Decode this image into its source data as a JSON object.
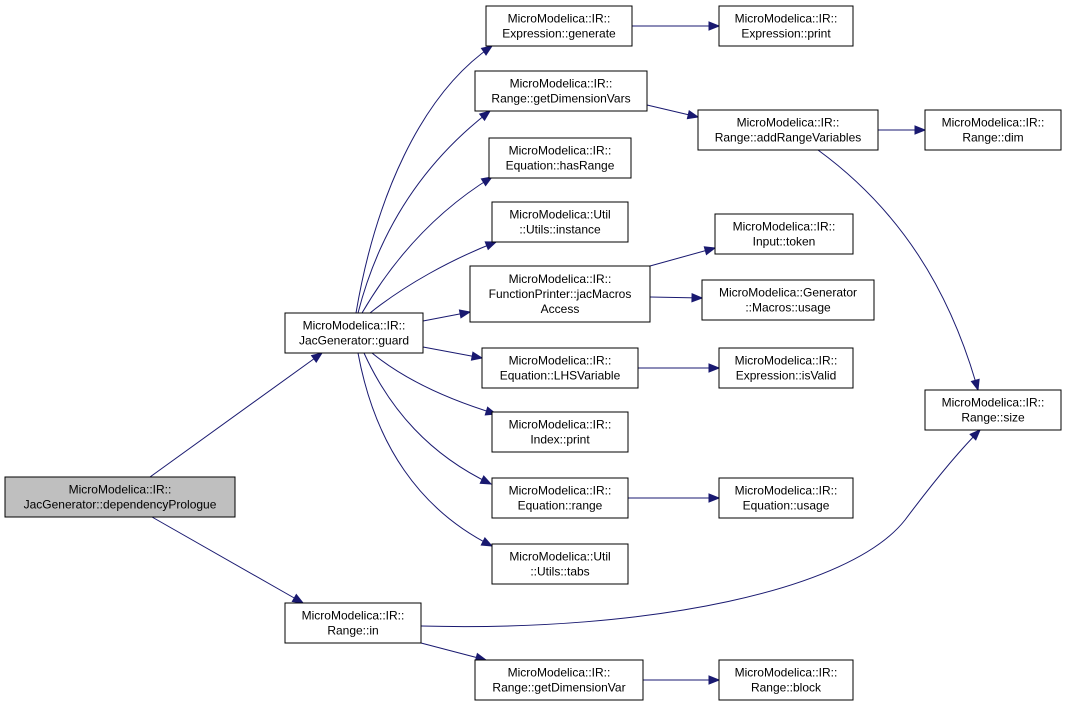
{
  "colors": {
    "edge": "#191970",
    "root_fill": "#bfbfbf",
    "node_fill": "#ffffff",
    "node_border": "#000000"
  },
  "nodes": {
    "depPrologue": {
      "lines": [
        "MicroModelica::IR::",
        "JacGenerator::dependencyPrologue"
      ],
      "root": true
    },
    "guard": {
      "lines": [
        "MicroModelica::IR::",
        "JacGenerator::guard"
      ]
    },
    "rangeIn": {
      "lines": [
        "MicroModelica::IR::",
        "Range::in"
      ]
    },
    "exprGenerate": {
      "lines": [
        "MicroModelica::IR::",
        "Expression::generate"
      ]
    },
    "getDimVars": {
      "lines": [
        "MicroModelica::IR::",
        "Range::getDimensionVars"
      ]
    },
    "hasRange": {
      "lines": [
        "MicroModelica::IR::",
        "Equation::hasRange"
      ]
    },
    "utilInstance": {
      "lines": [
        "MicroModelica::Util",
        "::Utils::instance"
      ]
    },
    "jacMacros": {
      "lines": [
        "MicroModelica::IR::",
        "FunctionPrinter::jacMacros",
        "Access"
      ]
    },
    "lhsVariable": {
      "lines": [
        "MicroModelica::IR::",
        "Equation::LHSVariable"
      ]
    },
    "indexPrint": {
      "lines": [
        "MicroModelica::IR::",
        "Index::print"
      ]
    },
    "eqRange": {
      "lines": [
        "MicroModelica::IR::",
        "Equation::range"
      ]
    },
    "utilTabs": {
      "lines": [
        "MicroModelica::Util",
        "::Utils::tabs"
      ]
    },
    "getDimVar": {
      "lines": [
        "MicroModelica::IR::",
        "Range::getDimensionVar"
      ]
    },
    "exprPrint": {
      "lines": [
        "MicroModelica::IR::",
        "Expression::print"
      ]
    },
    "addRangeVars": {
      "lines": [
        "MicroModelica::IR::",
        "Range::addRangeVariables"
      ]
    },
    "inputToken": {
      "lines": [
        "MicroModelica::IR::",
        "Input::token"
      ]
    },
    "macrosUsage": {
      "lines": [
        "MicroModelica::Generator",
        "::Macros::usage"
      ]
    },
    "exprIsValid": {
      "lines": [
        "MicroModelica::IR::",
        "Expression::isValid"
      ]
    },
    "eqUsage": {
      "lines": [
        "MicroModelica::IR::",
        "Equation::usage"
      ]
    },
    "rangeBlock": {
      "lines": [
        "MicroModelica::IR::",
        "Range::block"
      ]
    },
    "rangeDim": {
      "lines": [
        "MicroModelica::IR::",
        "Range::dim"
      ]
    },
    "rangeSize": {
      "lines": [
        "MicroModelica::IR::",
        "Range::size"
      ]
    }
  },
  "edges": [
    {
      "from": "depPrologue",
      "to": "guard"
    },
    {
      "from": "depPrologue",
      "to": "rangeIn"
    },
    {
      "from": "guard",
      "to": "exprGenerate"
    },
    {
      "from": "guard",
      "to": "getDimVars"
    },
    {
      "from": "guard",
      "to": "hasRange"
    },
    {
      "from": "guard",
      "to": "utilInstance"
    },
    {
      "from": "guard",
      "to": "jacMacros"
    },
    {
      "from": "guard",
      "to": "lhsVariable"
    },
    {
      "from": "guard",
      "to": "indexPrint"
    },
    {
      "from": "guard",
      "to": "eqRange"
    },
    {
      "from": "guard",
      "to": "utilTabs"
    },
    {
      "from": "rangeIn",
      "to": "rangeSize"
    },
    {
      "from": "rangeIn",
      "to": "getDimVar"
    },
    {
      "from": "exprGenerate",
      "to": "exprPrint"
    },
    {
      "from": "getDimVars",
      "to": "addRangeVars"
    },
    {
      "from": "addRangeVars",
      "to": "rangeDim"
    },
    {
      "from": "addRangeVars",
      "to": "rangeSize"
    },
    {
      "from": "jacMacros",
      "to": "inputToken"
    },
    {
      "from": "jacMacros",
      "to": "macrosUsage"
    },
    {
      "from": "lhsVariable",
      "to": "exprIsValid"
    },
    {
      "from": "eqRange",
      "to": "eqUsage"
    },
    {
      "from": "getDimVar",
      "to": "rangeBlock"
    }
  ]
}
